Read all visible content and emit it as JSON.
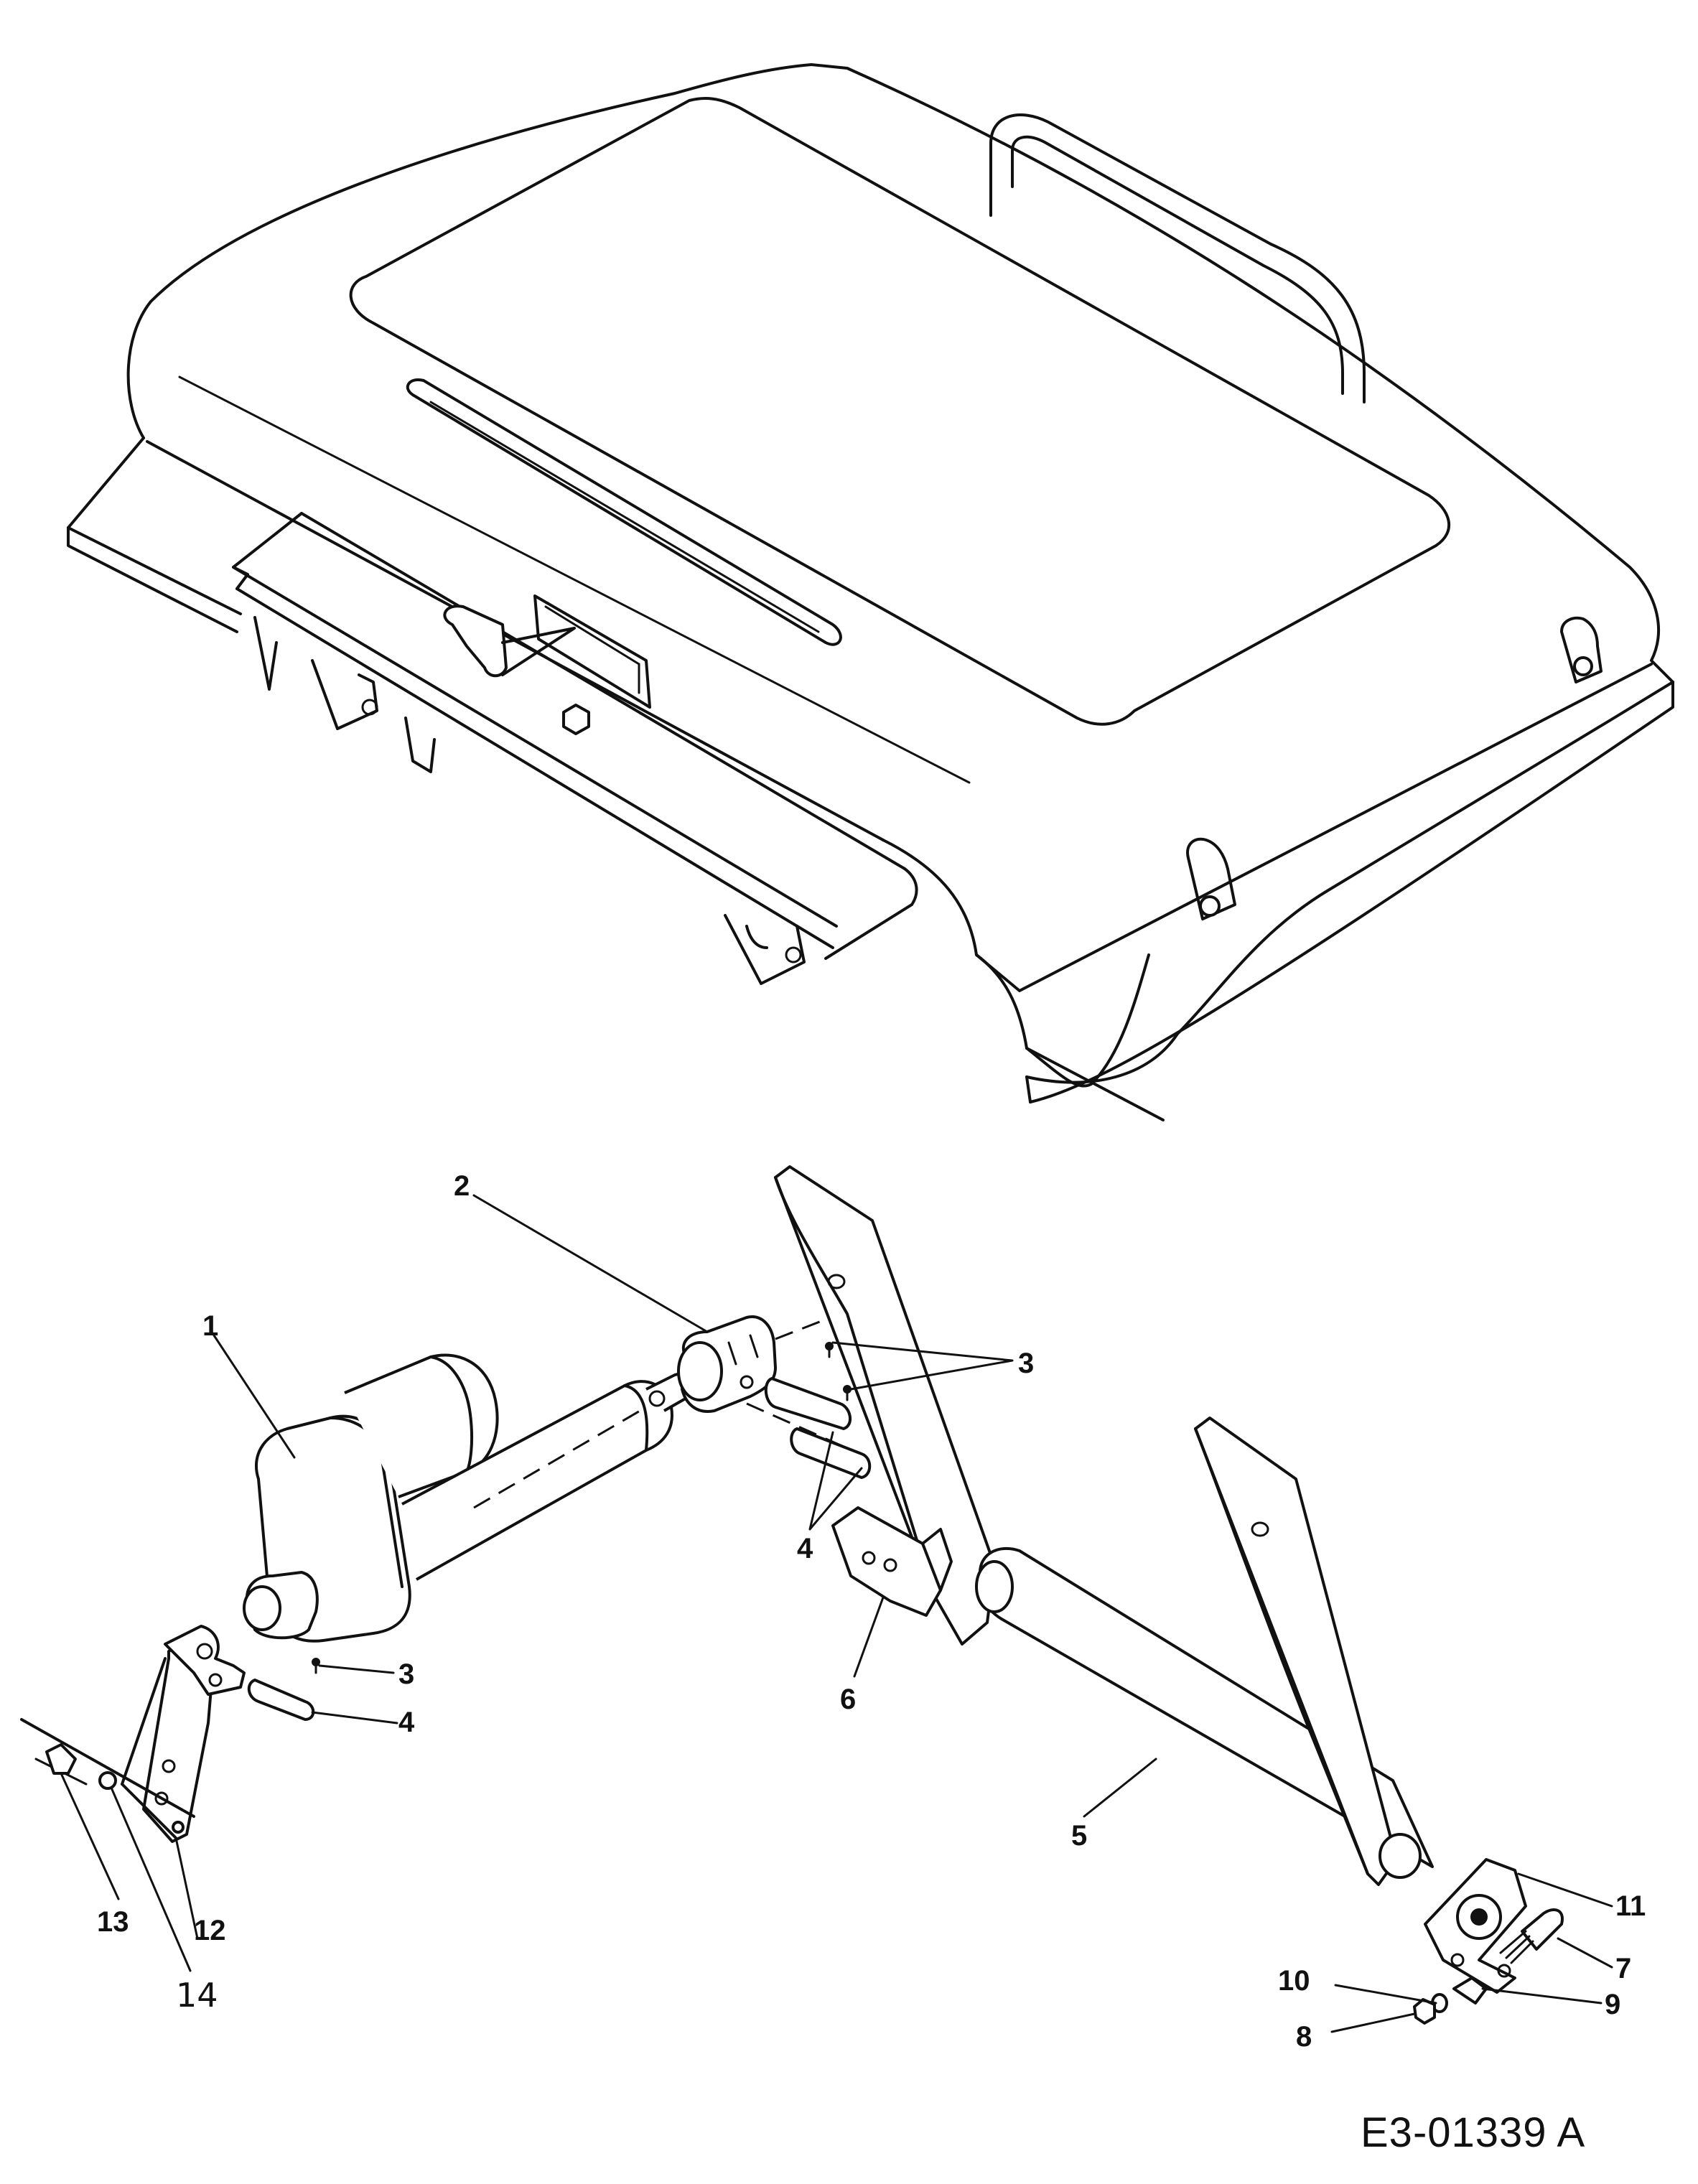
{
  "drawing_ref": "E3-01339 A",
  "callouts": {
    "c1": "1",
    "c2": "2",
    "c3a": "3",
    "c3b": "3",
    "c4a": "4",
    "c4b": "4",
    "c5": "5",
    "c6": "6",
    "c7": "7",
    "c8": "8",
    "c9": "9",
    "c10": "10",
    "c11": "11",
    "c12": "12",
    "c13": "13",
    "c14": "14"
  }
}
